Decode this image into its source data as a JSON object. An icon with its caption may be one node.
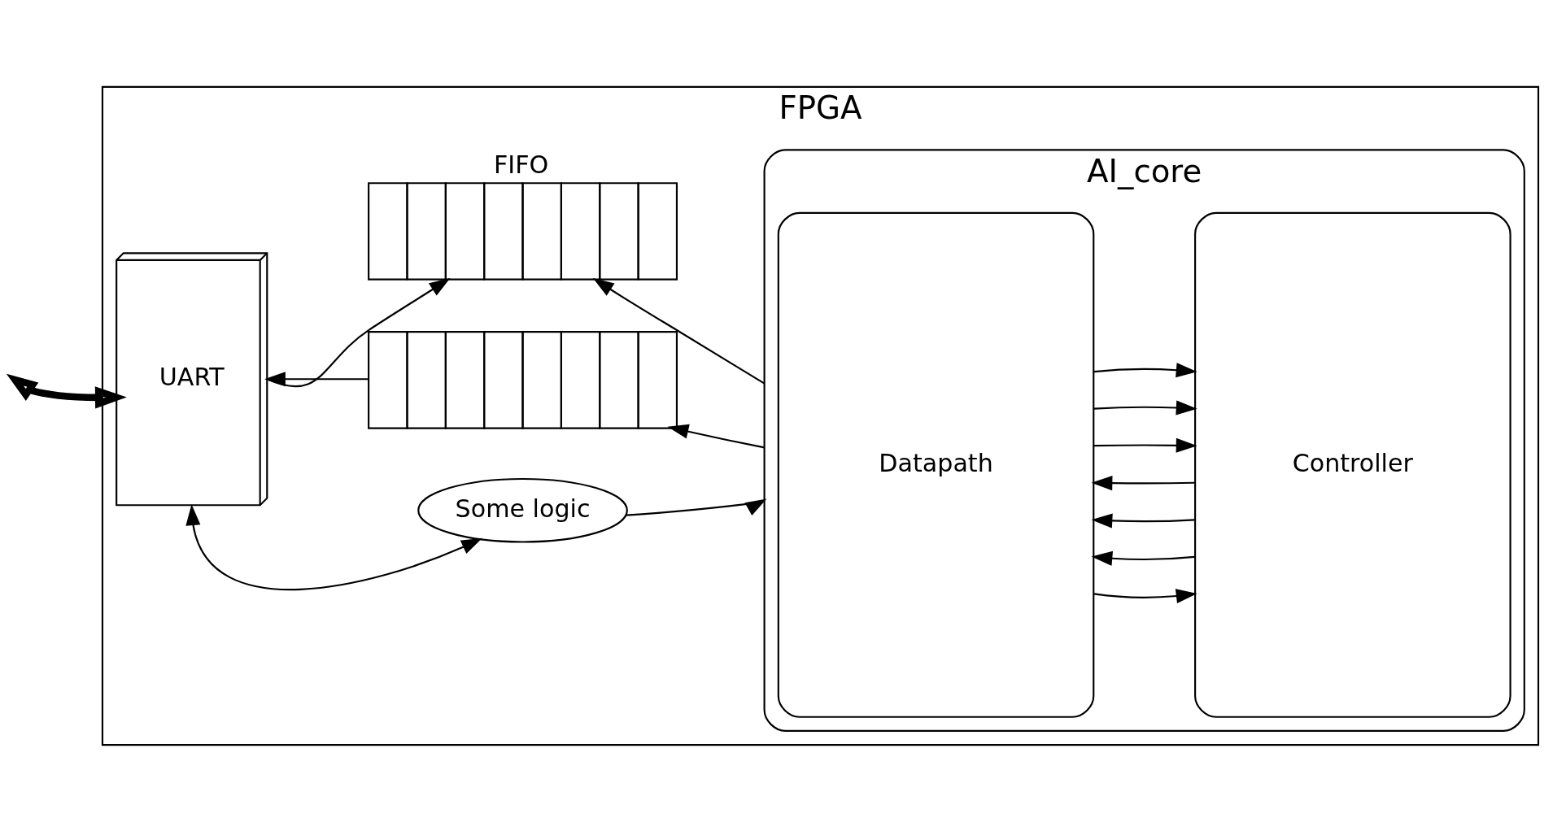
{
  "diagram": {
    "nodes": [
      {
        "text": [
          "FPGA"
        ]
      },
      {
        "text": [
          "AI_core"
        ],
        "in": 0
      },
      {
        "text": [
          "UART"
        ],
        "in": 0
      },
      {
        "text": [
          "FIFO"
        ],
        "in": 0
      },
      {
        "text": [],
        "shape": "box",
        "in": 0
      },
      {
        "text": [
          "Some logic"
        ],
        "in": 0
      },
      {
        "text": [
          "Datapath"
        ],
        "in": 1
      },
      {
        "text": [
          "Controller"
        ],
        "in": 1
      }
    ],
    "edges": [
      {
        "from": null,
        "to": 2,
        "arrow": "both",
        "style": "thick"
      },
      {
        "from": 2,
        "to": 3,
        "arrow": "to"
      },
      {
        "from": 1,
        "to": 3,
        "arrow": "to"
      },
      {
        "from": 1,
        "to": 4,
        "arrow": "to"
      },
      {
        "from": 4,
        "to": 2,
        "arrow": "to"
      },
      {
        "from": 2,
        "to": 5,
        "arrow": "both"
      },
      {
        "from": 5,
        "to": 1,
        "arrow": "to"
      },
      {
        "from": 7,
        "to": 6,
        "arrow": "to"
      },
      {
        "from": 7,
        "to": 6,
        "arrow": "to"
      },
      {
        "from": 7,
        "to": 6,
        "arrow": "to"
      },
      {
        "from": 6,
        "to": 7,
        "arrow": "to"
      },
      {
        "from": 6,
        "to": 7,
        "arrow": "to"
      },
      {
        "from": 6,
        "to": 7,
        "arrow": "to"
      },
      {
        "from": 6,
        "to": 7,
        "arrow": "to"
      }
    ]
  }
}
